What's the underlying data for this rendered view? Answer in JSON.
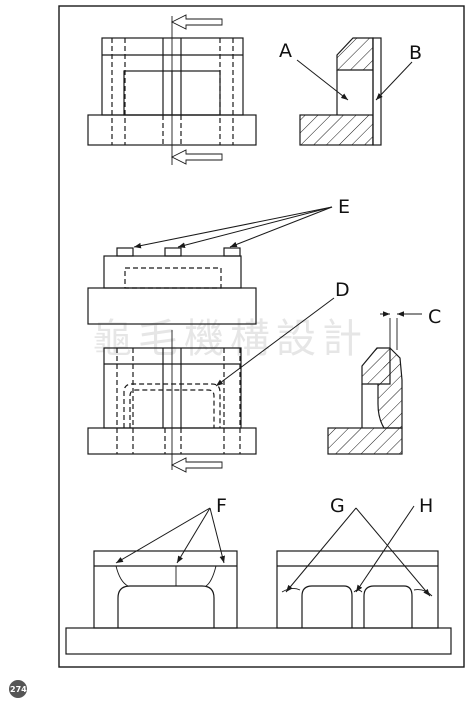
{
  "labels": {
    "A": "A",
    "B": "B",
    "C": "C",
    "D": "D",
    "E": "E",
    "F": "F",
    "G": "G",
    "H": "H"
  },
  "watermark": "龜毛機構設計",
  "page_number": "274",
  "colors": {
    "line": "#1a1a1a",
    "frame_bg": "#ffffff",
    "watermark": "#e6e6e6",
    "badge": "#555555"
  }
}
